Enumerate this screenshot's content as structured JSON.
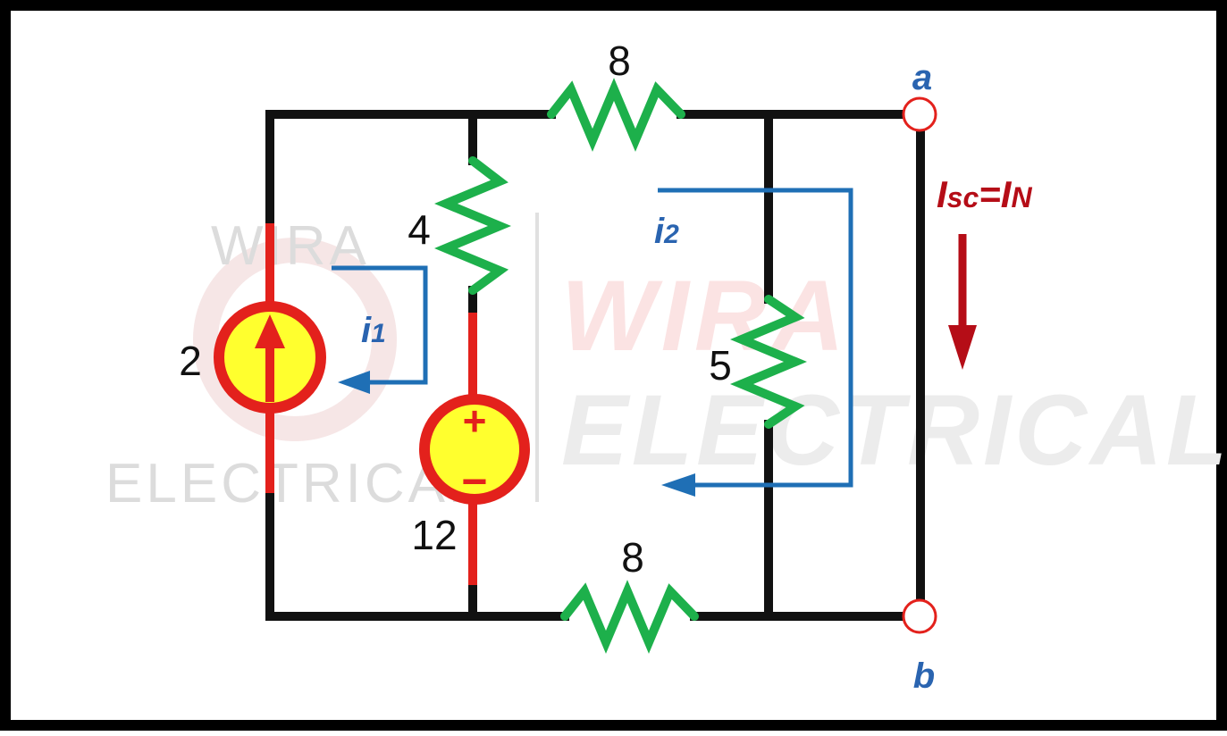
{
  "colors": {
    "wire": "#111111",
    "source_wire": "#e3211c",
    "resistor": "#1db04b",
    "source_fill": "#ffff2e",
    "source_ring": "#e3211c",
    "loop_arrow": "#1f6fb5",
    "label_blue": "#2a64b0",
    "current_arrow": "#b50d17",
    "terminal": "#e3211c"
  },
  "components": {
    "current_source_value": "2",
    "voltage_source_value": "12",
    "voltage_source_plus": "+",
    "voltage_source_minus": "−",
    "resistor_top": "8",
    "resistor_shunt": "4",
    "resistor_middle": "5",
    "resistor_bottom": "8"
  },
  "loops": {
    "mesh1_var": "i",
    "mesh1_sub": "1",
    "mesh2_var": "i",
    "mesh2_sub": "2"
  },
  "terminals": {
    "a": "a",
    "b": "b"
  },
  "short_circuit": {
    "isc_main": "I",
    "isc_sub": "sc",
    "equals": "=",
    "in_main": "I",
    "in_sub": "N"
  },
  "watermark": {
    "small_top": "WIRA",
    "small_bottom": "ELECTRICAL",
    "big_top": "WIRA",
    "big_bottom": "ELECTRICAL"
  }
}
